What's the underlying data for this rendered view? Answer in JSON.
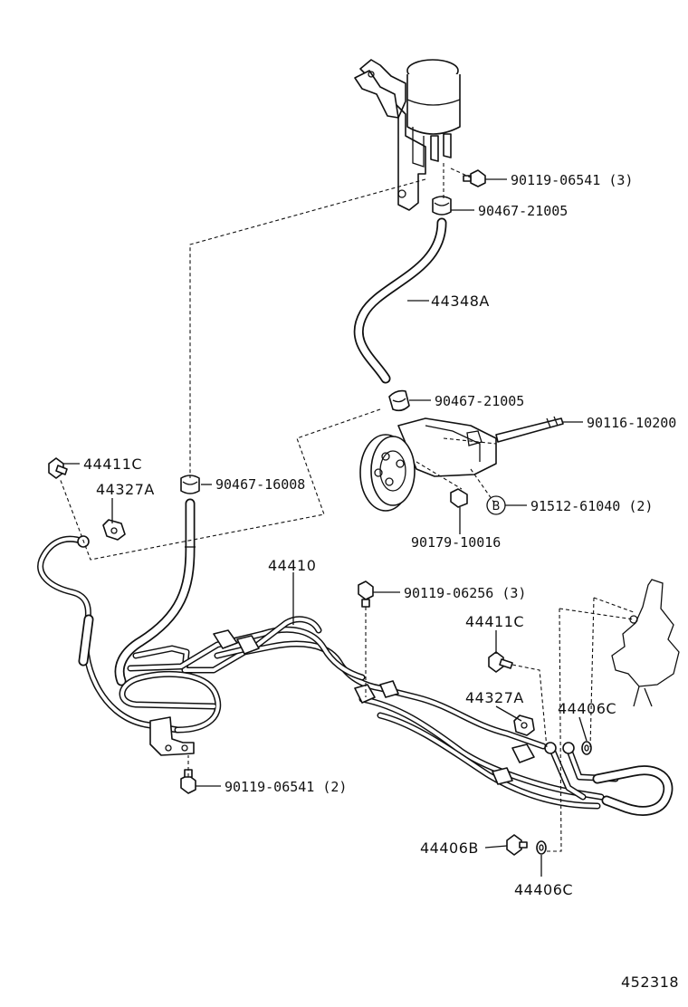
{
  "labels": {
    "bolt_reservoir": "90119-06541 (3)",
    "clamp_reservoir": "90467-21005",
    "hose_return": "44348A",
    "clamp_pump": "90467-21005",
    "stud_pump": "90116-10200",
    "bolt_b": "91512-61040 (2)",
    "circle_b": "B",
    "nut_pump": "90179-10016",
    "union_bolt_left": "44411C",
    "clip_left": "44327A",
    "clamp_hose": "90467-16008",
    "pipe_assy": "44410",
    "bolt_clamp_center": "90119-06256 (3)",
    "union_bolt_right": "44411C",
    "clip_right": "44327A",
    "gasket_right": "44406C",
    "bolt_lower": "90119-06541 (2)",
    "union_bolt_lower": "44406B",
    "gasket_lower": "44406C",
    "diagram_number": "452318"
  }
}
